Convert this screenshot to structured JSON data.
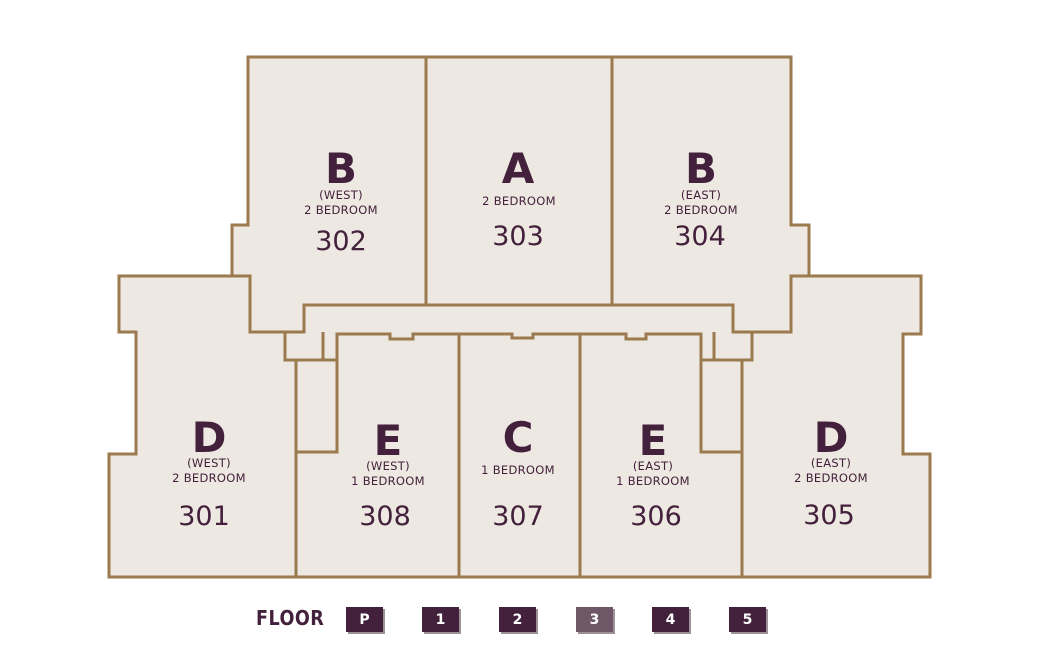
{
  "units": [
    {
      "letter": "B",
      "wing": "(WEST)",
      "bedroom": "2 BEDROOM",
      "number": "302"
    },
    {
      "letter": "A",
      "wing": "",
      "bedroom": "2 BEDROOM",
      "number": "303"
    },
    {
      "letter": "B",
      "wing": "(EAST)",
      "bedroom": "2 BEDROOM",
      "number": "304"
    },
    {
      "letter": "D",
      "wing": "(WEST)",
      "bedroom": "2 BEDROOM",
      "number": "301"
    },
    {
      "letter": "E",
      "wing": "(WEST)",
      "bedroom": "1 BEDROOM",
      "number": "308"
    },
    {
      "letter": "C",
      "wing": "",
      "bedroom": "1 BEDROOM",
      "number": "307"
    },
    {
      "letter": "E",
      "wing": "(EAST)",
      "bedroom": "1 BEDROOM",
      "number": "306"
    },
    {
      "letter": "D",
      "wing": "(EAST)",
      "bedroom": "2 BEDROOM",
      "number": "305"
    }
  ],
  "floor_nav": {
    "label": "FLOOR",
    "floors": [
      "P",
      "1",
      "2",
      "3",
      "4",
      "5"
    ],
    "selected": "3"
  },
  "colors": {
    "unit_fill": "#ede8e1",
    "outline": "#9a7a4e",
    "text": "#43203b",
    "button": "#43203b",
    "button_active": "#6e5868"
  }
}
